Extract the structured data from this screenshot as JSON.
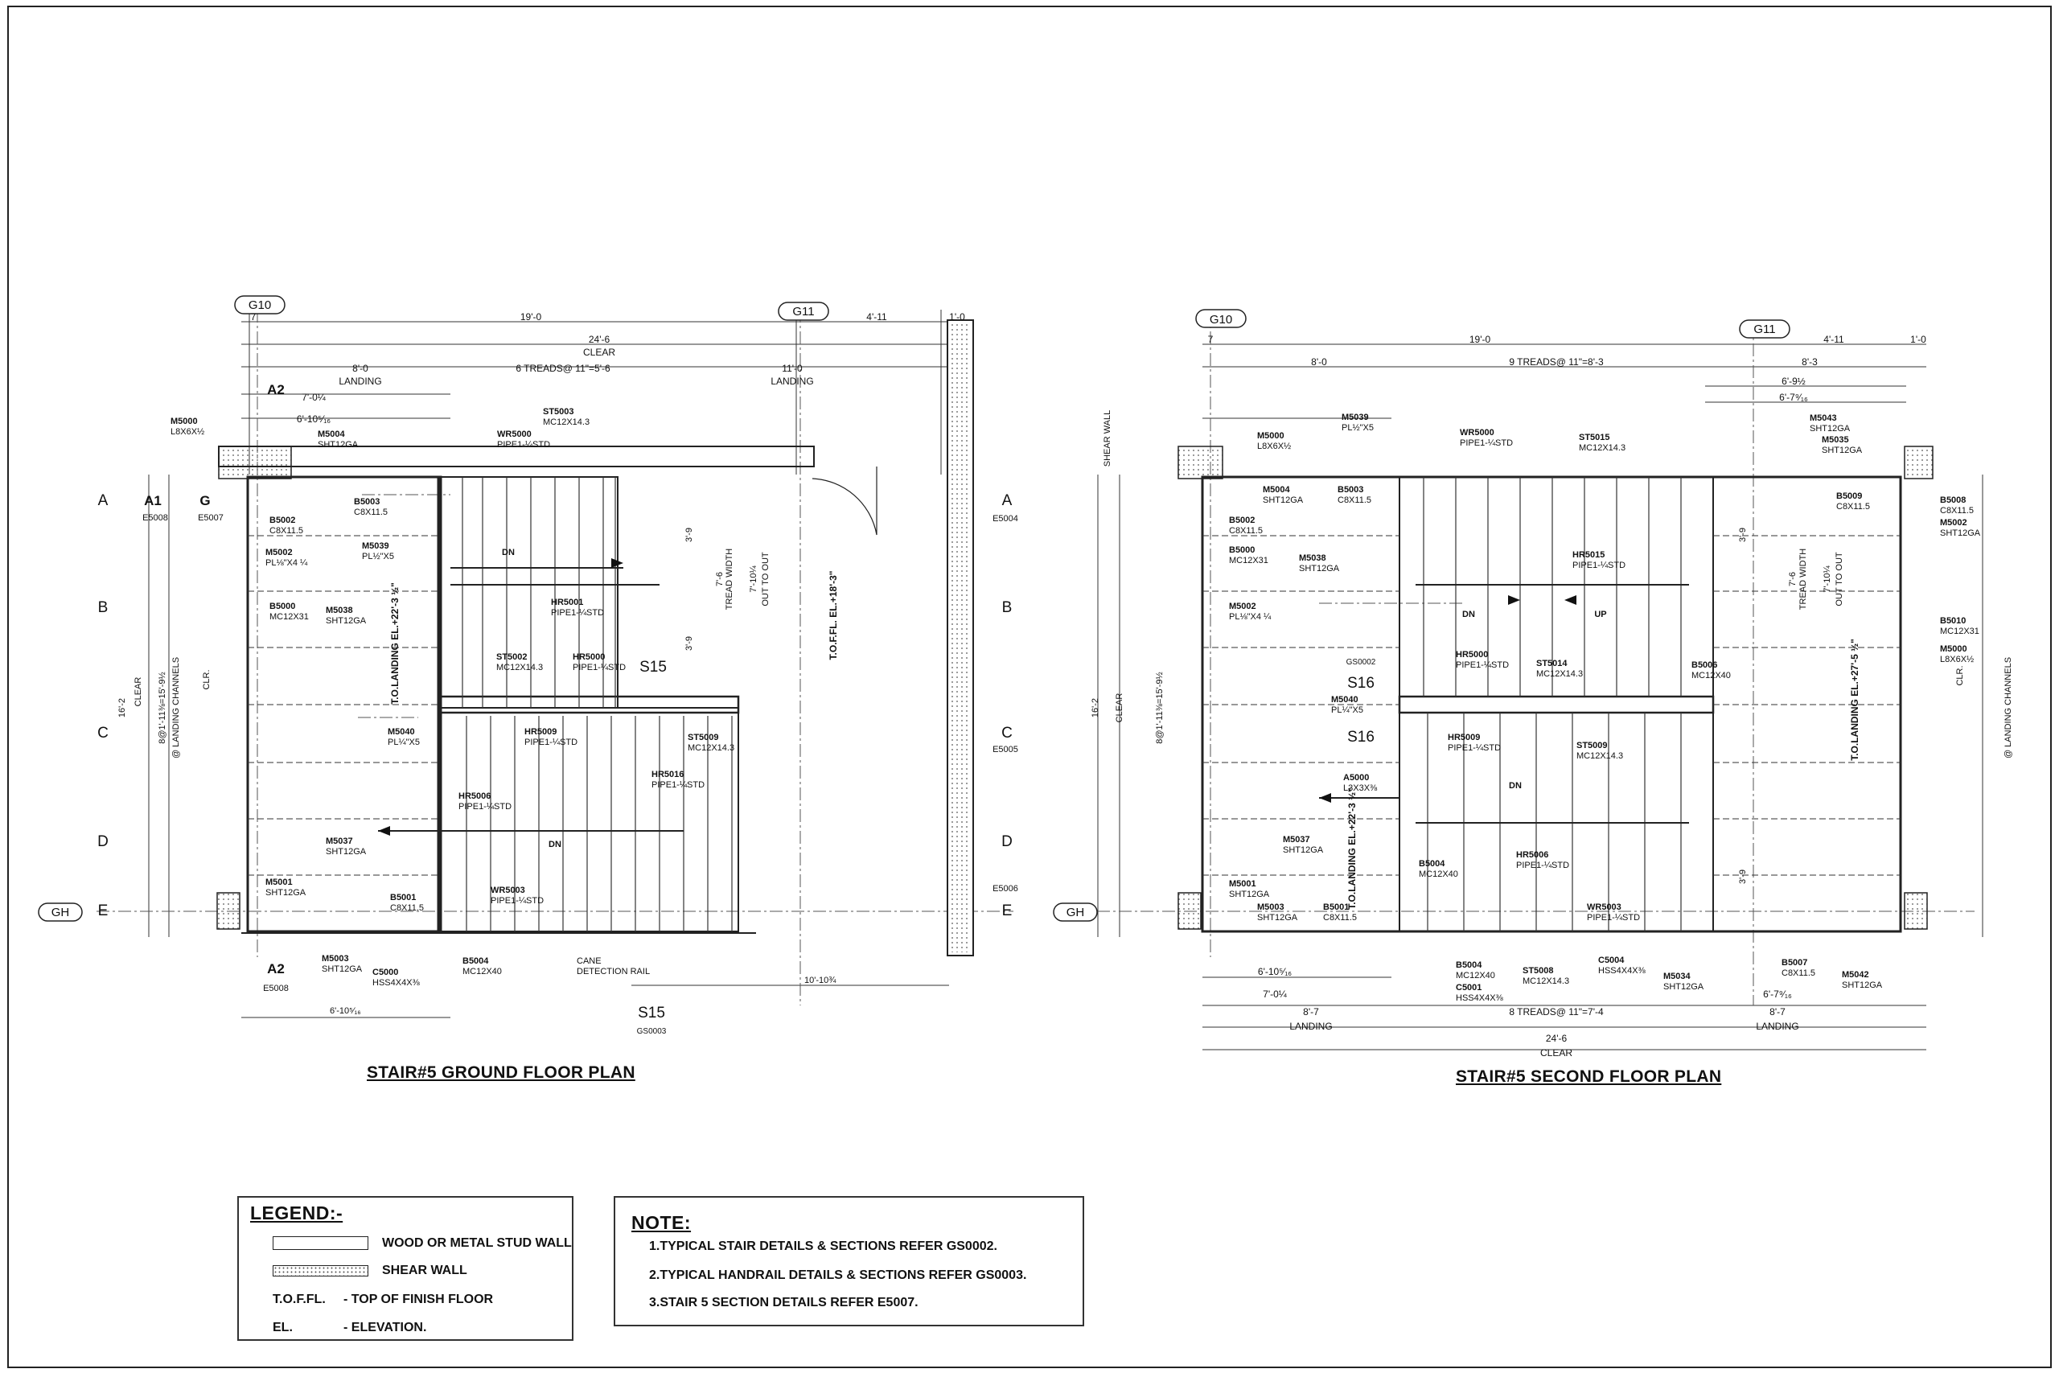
{
  "plans": [
    {
      "title": "STAIR#5 GROUND FLOOR PLAN",
      "grid_top": [
        "G10",
        "G11"
      ],
      "grid_left": [
        "A",
        "B",
        "C",
        "D",
        "E"
      ],
      "grid_gh": "GH",
      "dims_top": [
        "7",
        "19'-0",
        "4'-11",
        "1'-0",
        "24'-6",
        "CLEAR",
        "8'-0",
        "LANDING",
        "6 TREADS@ 11\"=5'-6",
        "11'-0",
        "LANDING",
        "7'-0¼",
        "6'-10⁵⁄₁₆"
      ],
      "callouts": [
        "M5000",
        "L8X6X½",
        "M5004",
        "SHT12GA",
        "ST5003",
        "MC12X14.3",
        "WR5000",
        "PIPE1-¼STD",
        "B5003",
        "C8X11.5",
        "B5002",
        "C8X11.5",
        "M5002",
        "PL⅛\"X4 ¼",
        "M5039",
        "PL½\"X5",
        "HR5001",
        "PIPE1-¼STD",
        "B5000",
        "MC12X31",
        "M5038",
        "SHT12GA",
        "ST5002",
        "MC12X14.3",
        "HR5000",
        "PIPE1-¼STD",
        "M5040",
        "PL¼\"X5",
        "HR5009",
        "PIPE1-¼STD",
        "ST5009",
        "MC12X14.3",
        "HR5016",
        "PIPE1-¼STD",
        "HR5006",
        "PIPE1-¼STD",
        "M5037",
        "SHT12GA",
        "M5001",
        "SHT12GA",
        "B5001",
        "C8X11.5",
        "WR5003",
        "PIPE1-¼STD",
        "M5003",
        "SHT12GA",
        "C5000",
        "HSS4X4X⅜",
        "B5004",
        "MC12X40",
        "CANE",
        "DETECTION RAIL",
        "10'-10¾",
        "6'-10⁵⁄₁₆"
      ],
      "sections": [
        "A2",
        "A1",
        "G",
        "S15",
        "GS0003",
        "E5008",
        "E5007",
        "E5004",
        "E5005",
        "E5006"
      ],
      "vertical_text": [
        "T.O.LANDING EL.+22'-3 ½\"",
        "T.O.F.FL. EL.+18'-3\"",
        "TREAD WIDTH",
        "OUT TO OUT",
        "7'-10¼",
        "7'-6",
        "3'-9",
        "CLEAR",
        "16'-2",
        "8@1'-11⅜=15'-9½",
        "@ LANDING CHANNELS",
        "CLR."
      ],
      "direction": "DN"
    },
    {
      "title": "STAIR#5 SECOND FLOOR PLAN",
      "grid_top": [
        "G10",
        "G11"
      ],
      "grid_gh": "GH",
      "dims_top": [
        "7",
        "19'-0",
        "4'-11",
        "1'-0",
        "8'-0",
        "9 TREADS@ 11\"=8'-3",
        "8'-3",
        "6'-9½",
        "6'-7⁹⁄₁₆"
      ],
      "dims_bottom": [
        "6'-10⁵⁄₁₆",
        "7'-0¼",
        "8'-7",
        "LANDING",
        "8 TREADS@ 11\"=7'-4",
        "8'-7",
        "LANDING",
        "6'-7⁹⁄₁₆",
        "24'-6",
        "CLEAR"
      ],
      "callouts": [
        "M5000",
        "L8X6X½",
        "M5039",
        "PL½\"X5",
        "WR5000",
        "PIPE1-¼STD",
        "ST5015",
        "MC12X14.3",
        "M5043",
        "SHT12GA",
        "M5035",
        "SHT12GA",
        "B5009",
        "C8X11.5",
        "M5004",
        "SHT12GA",
        "B5003",
        "C8X11.5",
        "B5002",
        "C8X11.5",
        "B5000",
        "MC12X31",
        "M5038",
        "SHT12GA",
        "M5002",
        "PL⅛\"X4 ¼",
        "HR5015",
        "PIPE1-¼STD",
        "HR5000",
        "PIPE1-¼STD",
        "ST5014",
        "MC12X14.3",
        "B5006",
        "MC12X40",
        "M5040",
        "PL¼\"X5",
        "HR5009",
        "PIPE1-¼STD",
        "ST5009",
        "MC12X14.3",
        "A5000",
        "L3X3X⅜",
        "M5037",
        "SHT12GA",
        "M5001",
        "SHT12GA",
        "B5004",
        "MC12X40",
        "HR5006",
        "PIPE1-¼STD",
        "M5003",
        "SHT12GA",
        "B5001",
        "C8X11.5",
        "WR5003",
        "PIPE1-¼STD",
        "B5004",
        "MC12X40",
        "C5001",
        "HSS4X4X⅜",
        "ST5008",
        "MC12X14.3",
        "C5004",
        "HSS4X4X⅜",
        "M5034",
        "SHT12GA",
        "B5007",
        "C8X11.5",
        "M5042",
        "SHT12GA",
        "B5008",
        "C8X11.5",
        "M5002",
        "SHT12GA",
        "B5010",
        "MC12X31",
        "M5000",
        "L8X6X½"
      ],
      "sections": [
        "S16",
        "GS0002",
        "S16"
      ],
      "vertical_text": [
        "SHEAR WALL",
        "T.O.LANDING EL.+22'-3 ½\"",
        "T.O.LANDING EL.+27'-5 ½\"",
        "TREAD WIDTH",
        "OUT TO OUT",
        "7'-10¼",
        "7'-6",
        "3'-9",
        "CLEAR",
        "16'-2",
        "8@1'-11⅜=15'-9½",
        "@ LANDING CHANNELS",
        "CLR."
      ],
      "direction_dn": "DN",
      "direction_up": "UP"
    }
  ],
  "legend": {
    "title": "LEGEND:-",
    "items": [
      {
        "label": "WOOD OR METAL STUD WALL"
      },
      {
        "label": "SHEAR WALL"
      },
      {
        "abbr": "T.O.F.FL.",
        "label": "- TOP OF FINISH FLOOR"
      },
      {
        "abbr": "EL.",
        "label": "- ELEVATION."
      }
    ]
  },
  "note": {
    "title": "NOTE:",
    "lines": [
      "1.TYPICAL STAIR DETAILS & SECTIONS REFER GS0002.",
      "2.TYPICAL HANDRAIL DETAILS & SECTIONS REFER GS0003.",
      "3.STAIR 5 SECTION DETAILS REFER E5007."
    ]
  }
}
